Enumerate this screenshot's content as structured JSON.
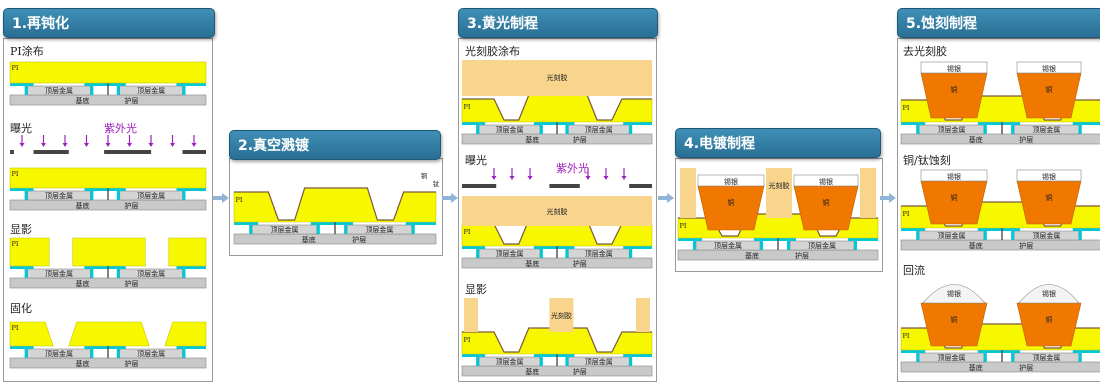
{
  "steps": [
    {
      "title": "1.再钝化"
    },
    {
      "title": "2.真空溅镀"
    },
    {
      "title": "3.黄光制程"
    },
    {
      "title": "4.电镀制程"
    },
    {
      "title": "5.蚀刻制程"
    }
  ],
  "step1": {
    "sub1": "PI涂布",
    "sub2": "曝光",
    "sub3": "显影",
    "sub4": "固化",
    "uv": "紫外光"
  },
  "step3": {
    "sub1": "光刻胶涂布",
    "sub2": "曝光",
    "sub3": "显影",
    "uv": "紫外光"
  },
  "step5": {
    "sub1": "去光刻胶",
    "sub2": "铜/钛蚀刻",
    "sub3": "回流"
  },
  "labels": {
    "pi": "PI",
    "metal": "顶层金属",
    "base": "基底",
    "protect": "护层",
    "copper_small": "铜",
    "titanium": "钛",
    "photoresist": "光刻胶",
    "tin_silver": "锡银",
    "copper": "铜"
  },
  "colors": {
    "header": "#2f7aa3",
    "pi_yellow": "#f7f700",
    "substrate": "#c9c9c9",
    "cyan": "#00c8d8",
    "copper_orange": "#f07800",
    "photoresist": "#f8d48c",
    "uv_purple": "#a020c0",
    "arrow": "#8fb4d8"
  }
}
